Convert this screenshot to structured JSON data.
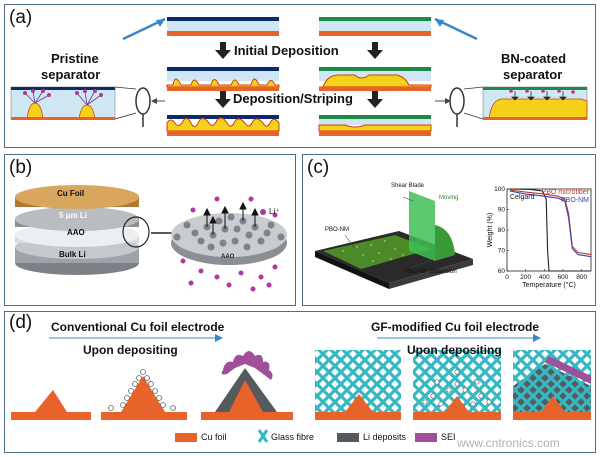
{
  "panel_a": {
    "label": "(a)",
    "initial_deposition": "Initial Deposition",
    "deposition_striping": "Deposition/Striping",
    "pristine_line1": "Pristine",
    "pristine_line2": "separator",
    "bn_line1": "BN-coated",
    "bn_line2": "separator"
  },
  "panel_b": {
    "label": "(b)",
    "cu_foil": "Cu Foil",
    "li_layer": "5 μm Li",
    "aao": "AAO",
    "bulk_li": "Bulk Li",
    "li_ion": "Li⁺",
    "aao_disk": "AAO"
  },
  "panel_c": {
    "label": "(c)",
    "shear_blade": "Shear Blade",
    "moving": "Moving",
    "pbo_nm": "PBO-NM",
    "pbo_nf": "PBO-NF dispersion",
    "chart_data": {
      "type": "line",
      "xlabel": "Temperature (°C)",
      "ylabel": "Weight (%)",
      "xlim": [
        0,
        900
      ],
      "ylim": [
        60,
        100
      ],
      "xticks": [
        "0",
        "200",
        "400",
        "600",
        "800"
      ],
      "yticks": [
        "60",
        "70",
        "80",
        "90",
        "100"
      ],
      "series": [
        {
          "name": "Celgard",
          "color": "#222222",
          "x": [
            30,
            250,
            380,
            420,
            435,
            450,
            900
          ],
          "y": [
            100,
            99.8,
            99,
            95,
            70,
            60,
            60
          ]
        },
        {
          "name": "PBO microfiber",
          "color": "#c0392b",
          "x": [
            30,
            200,
            400,
            550,
            620,
            660,
            700,
            760,
            900
          ],
          "y": [
            99.5,
            98.5,
            97.5,
            96.5,
            95,
            88,
            72,
            69,
            68
          ]
        },
        {
          "name": "PBO-NM",
          "color": "#3b3fb0",
          "x": [
            30,
            200,
            400,
            550,
            620,
            660,
            700,
            760,
            900
          ],
          "y": [
            99,
            97.5,
            96.5,
            95.5,
            94,
            86,
            71,
            68,
            67
          ]
        }
      ]
    }
  },
  "panel_d": {
    "label": "(d)",
    "conventional": "Conventional Cu foil electrode",
    "gf_modified": "GF-modified Cu foil electrode",
    "upon_depositing_left": "Upon depositing",
    "upon_depositing_right": "Upon depositing",
    "legend": [
      "Cu foil",
      "Glass fibre",
      "Li deposits",
      "SEI"
    ],
    "watermark": "www.cntronics.com"
  },
  "colors": {
    "cu": "#e8632a",
    "li": "#f5d21a",
    "separator_blue": "#0b2a6e",
    "bn_green": "#1d8a47",
    "frame": "#4d6c8c",
    "glass_fibre": "#35b8c2",
    "sei": "#a0509a",
    "li_deposit": "#555a5e"
  }
}
